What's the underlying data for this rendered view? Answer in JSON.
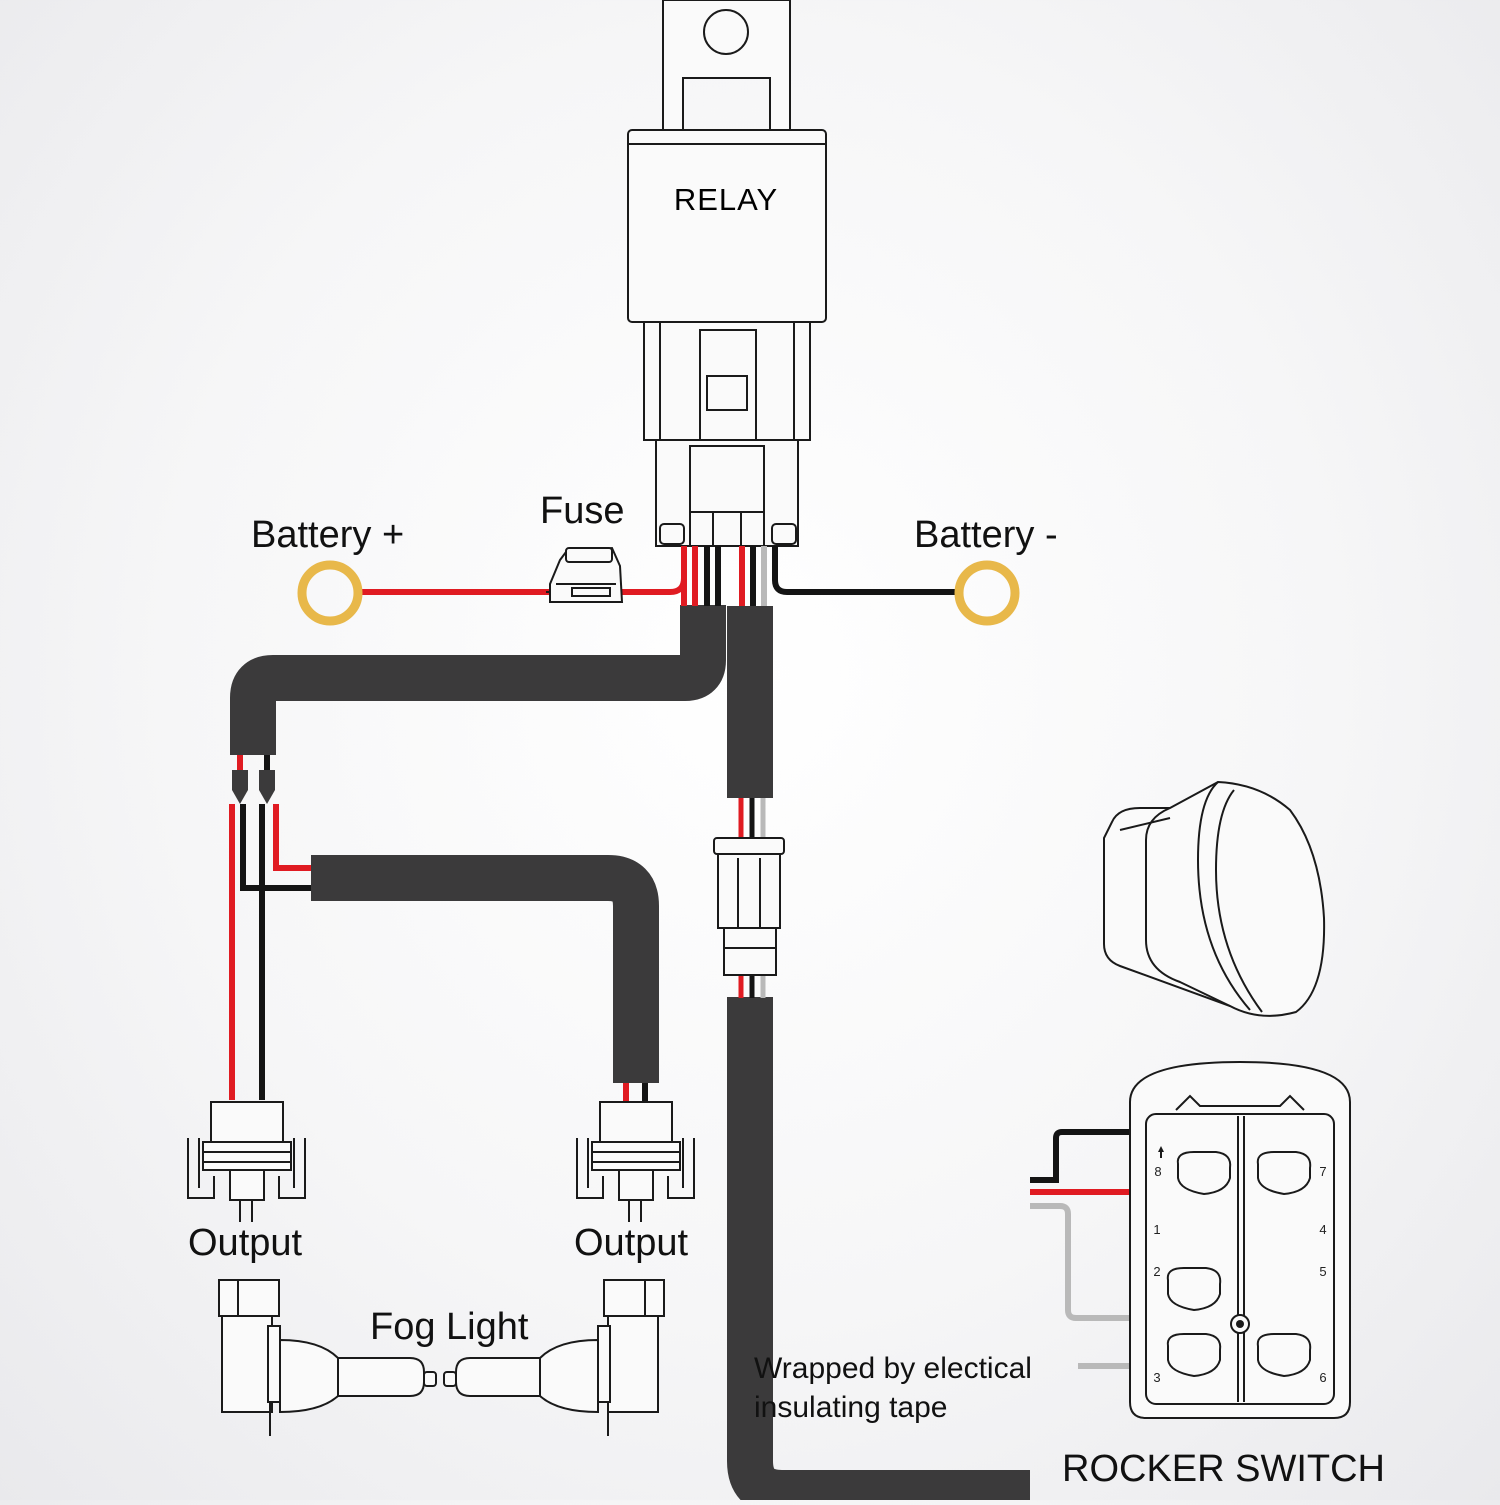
{
  "labels": {
    "relay": "RELAY",
    "fuse": "Fuse",
    "battery_plus": "Battery +",
    "battery_minus": "Battery -",
    "output_left": "Output",
    "output_right": "Output",
    "fog_light": "Fog Light",
    "tape_line1": "Wrapped by electical",
    "tape_line2": "insulating tape",
    "rocker_switch": "ROCKER SWITCH"
  },
  "switch_pins": [
    "8",
    "7",
    "1",
    "4",
    "2",
    "5",
    "3",
    "6"
  ],
  "colors": {
    "wire_red": "#e01b22",
    "wire_black": "#141414",
    "wire_gray": "#b9b9b9",
    "sleeve": "#3b3a3b",
    "ring_terminal": "#e8b84a"
  }
}
